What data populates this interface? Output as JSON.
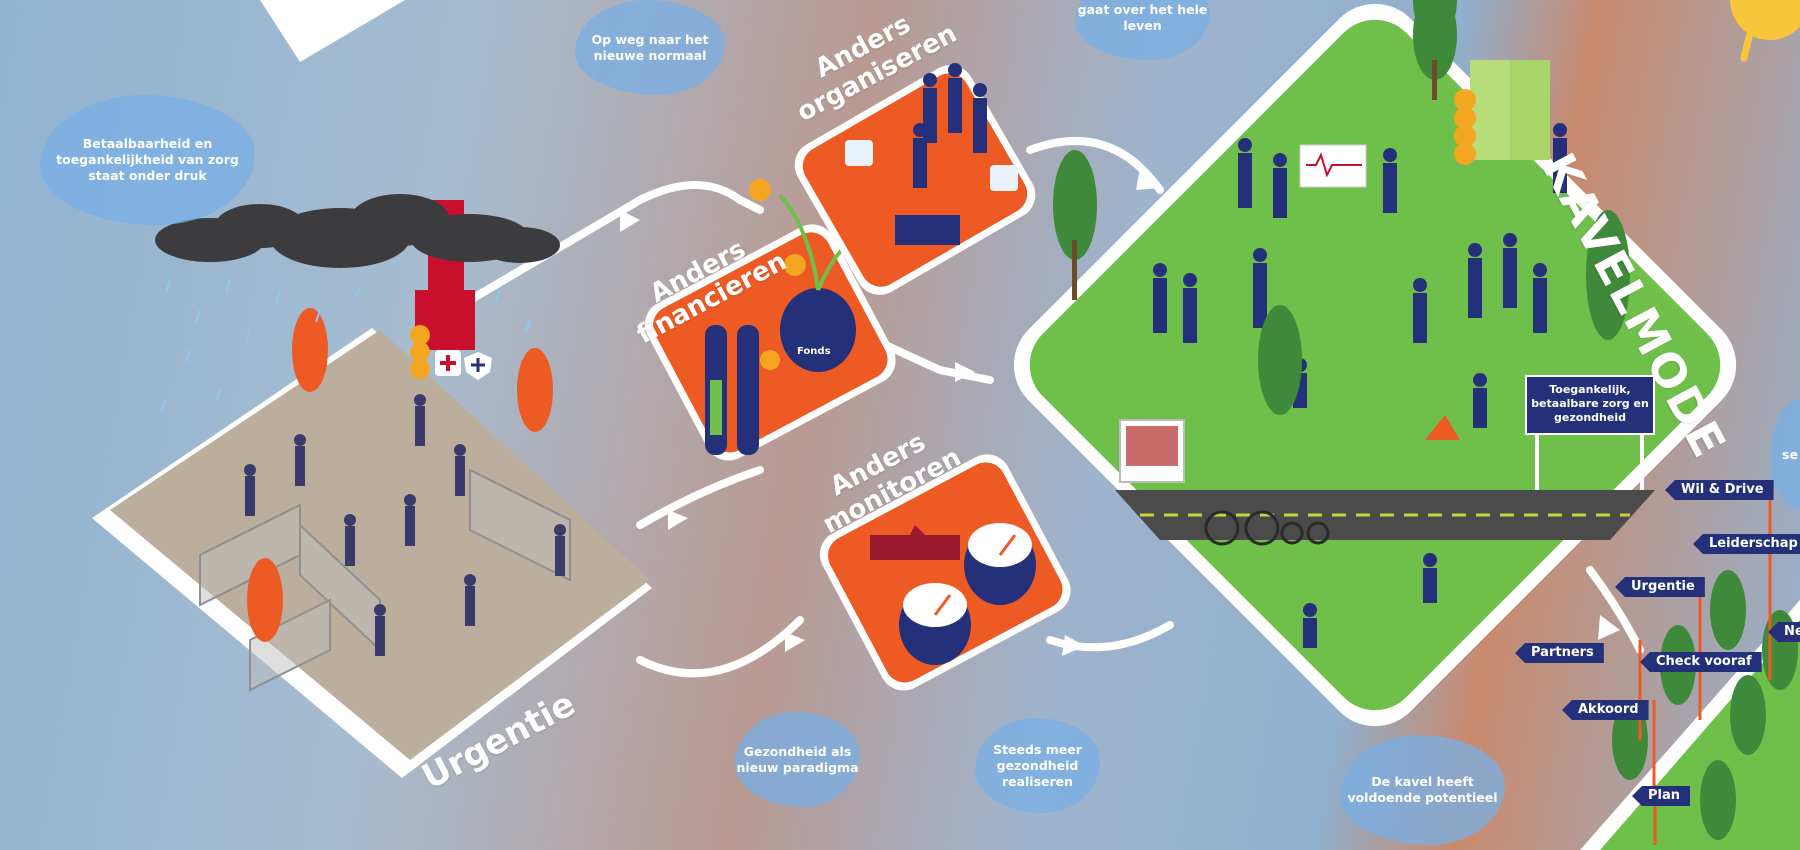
{
  "bubbles": {
    "betaalbaarheid": "Betaalbaarheid en toegankelijkheid van zorg staat onder druk",
    "nieuwe_normaal": "Op weg naar het nieuwe normaal",
    "hele_leven": "gaat over het hele leven",
    "gezondheid_paradigma": "Gezondheid als nieuw paradigma",
    "steeds_meer": "Steeds meer gezondheid realiseren",
    "kavel_potentieel": "De kavel heeft voldoende potentieel",
    "right_edge": "se vo"
  },
  "headings": {
    "urgentie": "Urgentie",
    "anders_organiseren": "Anders organiseren",
    "anders_financieren": "Anders financieren",
    "anders_monitoren": "Anders monitoren",
    "kavelmodel": "KAVELMODE"
  },
  "labels": {
    "fonds": "Fonds",
    "sign": "Toegankelijk, betaalbare zorg en gezondheid"
  },
  "flags": {
    "wil_drive": "Wil & Drive",
    "leiderschap": "Leiderschap",
    "urgentie": "Urgentie",
    "ne": "Ne",
    "partners": "Partners",
    "check_vooraf": "Check vooraf",
    "akkoord": "Akkoord",
    "plan": "Plan"
  },
  "colors": {
    "orange": "#ee5a24",
    "green": "#6fc04a",
    "navy": "#24307a",
    "sand": "#bcae9c",
    "sky": "#8fb3d1"
  }
}
